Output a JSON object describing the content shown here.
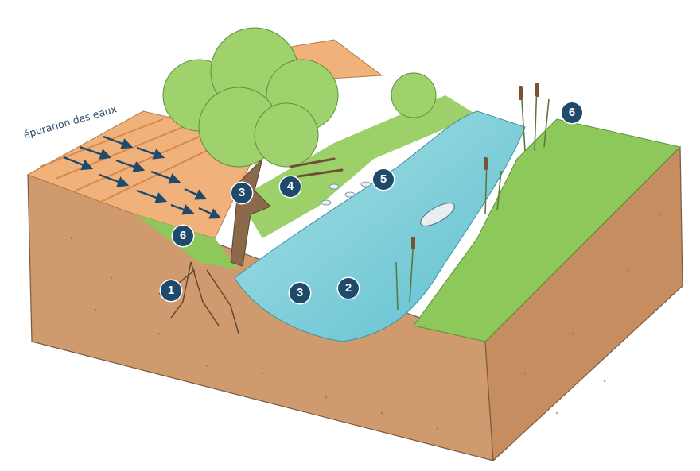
{
  "caption": "épuration des eaux",
  "markers": [
    {
      "id": "1",
      "label": "1"
    },
    {
      "id": "2",
      "label": "2"
    },
    {
      "id": "3a",
      "label": "3"
    },
    {
      "id": "3b",
      "label": "3"
    },
    {
      "id": "4",
      "label": "4"
    },
    {
      "id": "5",
      "label": "5"
    },
    {
      "id": "6a",
      "label": "6"
    },
    {
      "id": "6b",
      "label": "6"
    }
  ],
  "colors": {
    "marker": "#1f4a6b",
    "arrow": "#1f4a6b",
    "soil": "#cf9a6e",
    "grass": "#8cc85a",
    "water": "#7fcdd8",
    "field": "#f0b27a"
  }
}
